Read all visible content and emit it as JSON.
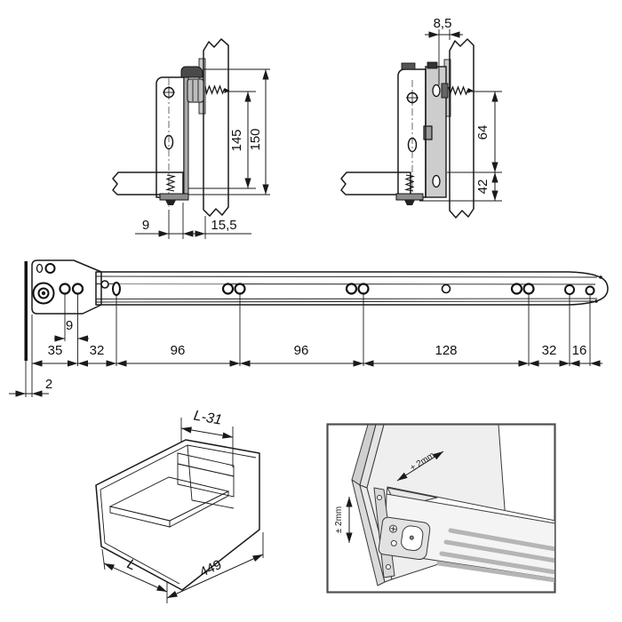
{
  "detail_left": {
    "height_inner": "145",
    "height_total": "150",
    "offset_front": "9",
    "board_thickness": "15,5"
  },
  "detail_right": {
    "offset_top": "8,5",
    "distance_mid": "64",
    "distance_bottom": "42"
  },
  "rail": {
    "pair_offset": "9",
    "dims": [
      "35",
      "32",
      "96",
      "96",
      "128",
      "32",
      "16"
    ],
    "panel_gap": "2"
  },
  "drawer_box": {
    "top_dim": "L-31",
    "left_dim": "L",
    "length_dim": "449"
  },
  "adjustment": {
    "tolerance_horizontal": "± 2mm",
    "tolerance_vertical": "± 2mm"
  },
  "colors": {
    "wood": "#FAF0D1",
    "metal_light": "#D8D8D8",
    "rail_body": "#E3E3E3",
    "outline": "#1A1A1A"
  }
}
